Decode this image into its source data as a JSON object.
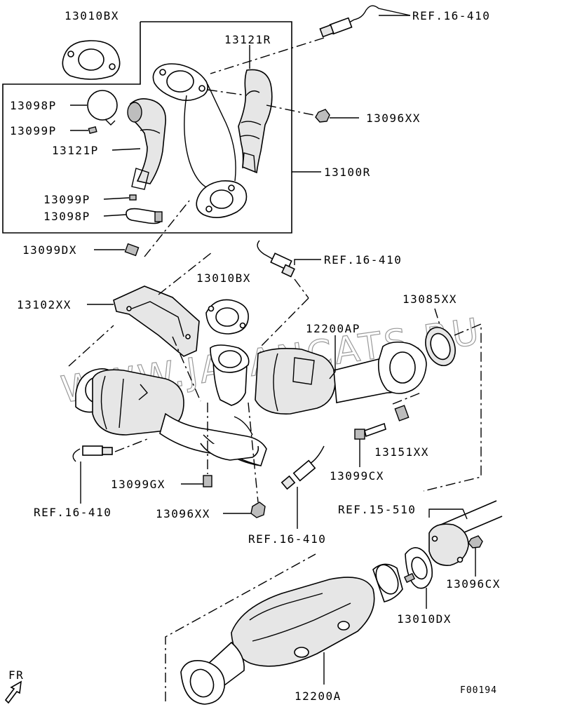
{
  "diagram": {
    "watermark": "WWW.JAPANCATS.RU",
    "figure_id": "F00194",
    "direction_label": "FR",
    "labels": {
      "gasket_top": "13010BX",
      "ref_top": "REF.16-410",
      "pipe_r": "13121R",
      "clamp_p": "13098P",
      "bolt_p": "13099P",
      "pipe_p": "13121P",
      "nut_xx_top": "13096XX",
      "assembly_r": "13100R",
      "bolt_p2": "13099P",
      "clamp_p2": "13098P",
      "bolt_dx": "13099DX",
      "ref_mid": "REF.16-410",
      "gasket_mid": "13010BX",
      "bracket": "13102XX",
      "ring": "13085XX",
      "converter_ap": "12200AP",
      "stud": "13151XX",
      "bolt_cx": "13099CX",
      "bolt_gx": "13099GX",
      "ref_left": "REF.16-410",
      "nut_xx_bot": "13096XX",
      "ref_bottom": "REF.16-410",
      "ref_exhaust": "REF.15-510",
      "nut_cx": "13096CX",
      "gasket_dx": "13010DX",
      "converter_a": "12200A"
    }
  }
}
